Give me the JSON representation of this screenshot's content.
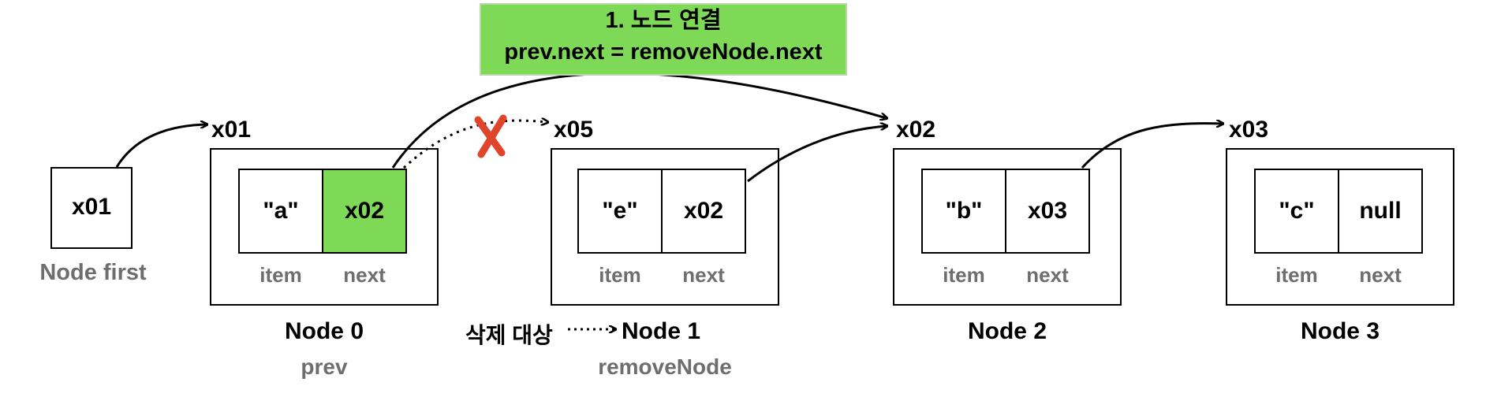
{
  "colors": {
    "highlight_green": "#7ed957",
    "removal_red": "#e0452c",
    "caption_gray": "#6e6e6e",
    "line_black": "#000000"
  },
  "banner": {
    "step_title": "1. 노드 연결",
    "code": "prev.next = removeNode.next"
  },
  "first_pointer": {
    "value": "x01",
    "caption": "Node first"
  },
  "nodes": [
    {
      "address": "x01",
      "item": "\"a\"",
      "next": "x02",
      "item_label": "item",
      "next_label": "next",
      "name": "Node 0",
      "role": "prev"
    },
    {
      "address": "x05",
      "item": "\"e\"",
      "next": "x02",
      "item_label": "item",
      "next_label": "next",
      "name": "Node 1",
      "role": "removeNode"
    },
    {
      "address": "x02",
      "item": "\"b\"",
      "next": "x03",
      "item_label": "item",
      "next_label": "next",
      "name": "Node 2",
      "role": ""
    },
    {
      "address": "x03",
      "item": "\"c\"",
      "next": "null",
      "item_label": "item",
      "next_label": "next",
      "name": "Node 3",
      "role": ""
    }
  ],
  "delete_target_label": "삭제 대상",
  "icons": {
    "removed_link": "x-mark-icon"
  }
}
